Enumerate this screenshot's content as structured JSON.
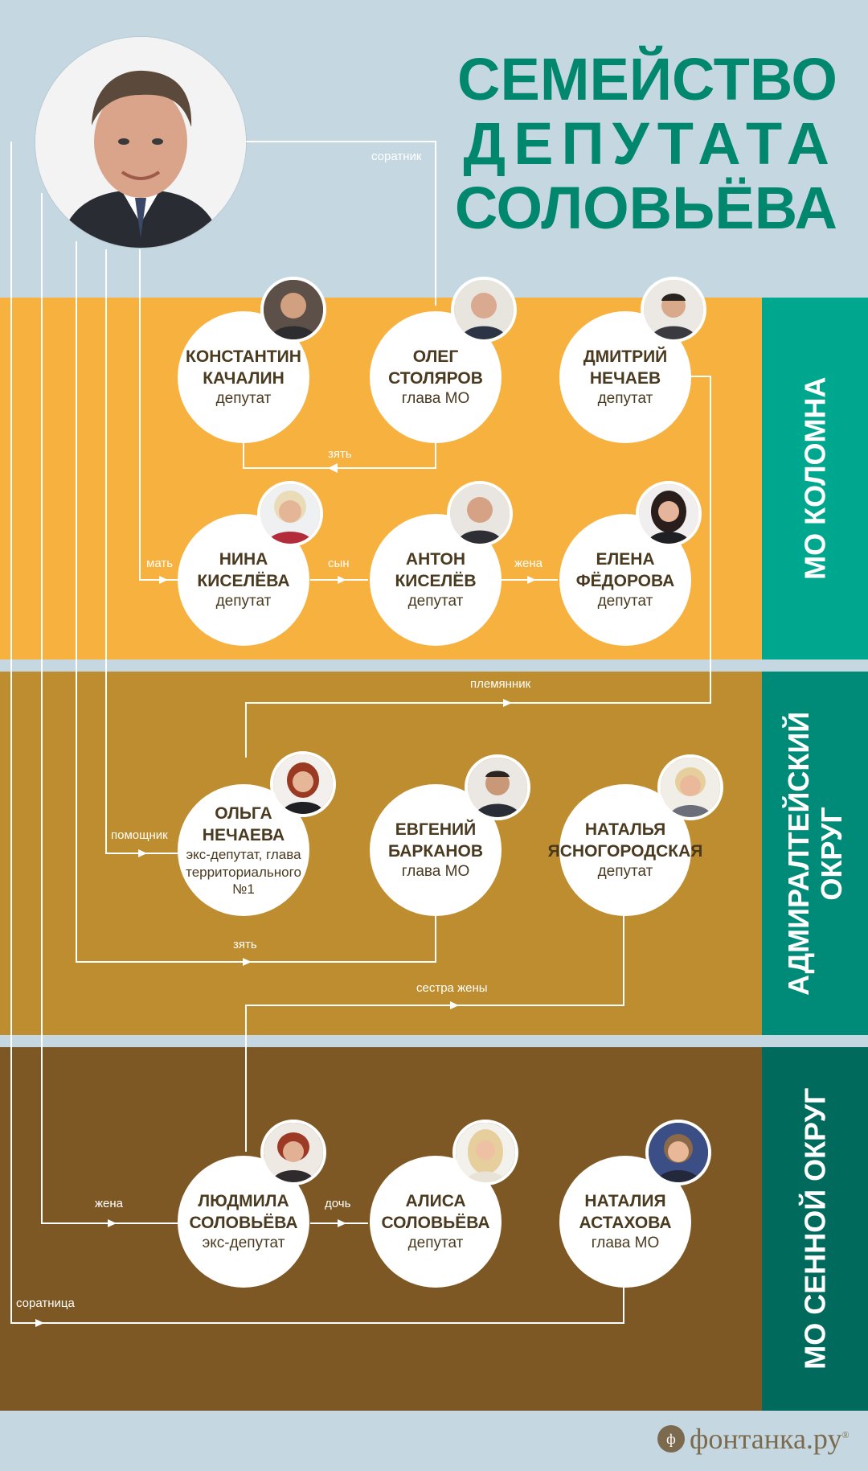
{
  "title": {
    "line1": "СЕМЕЙСТВО",
    "line2": "ДЕПУТАТА",
    "line3": "СОЛОВЬЁВА"
  },
  "districts": [
    {
      "id": "kolomna",
      "label": "МО КОЛОМНА"
    },
    {
      "id": "admiralteysky",
      "label_line1": "АДМИРАЛТЕЙСКИЙ",
      "label_line2": "ОКРУГ"
    },
    {
      "id": "sennoy",
      "label": "МО СЕННОЙ ОКРУГ"
    }
  ],
  "people": {
    "kachalin": {
      "first": "КОНСТАНТИН",
      "last": "КАЧАЛИН",
      "role": "депутат",
      "color": "#8a6a52"
    },
    "stolyarov": {
      "first": "ОЛЕГ",
      "last": "СТОЛЯРОВ",
      "role": "глава МО",
      "color": "#b7a08e"
    },
    "nechaev": {
      "first": "ДМИТРИЙ",
      "last": "НЕЧАЕВ",
      "role": "депутат",
      "color": "#6e5a4a"
    },
    "kiseleva": {
      "first": "НИНА",
      "last": "КИСЕЛЁВА",
      "role": "депутат",
      "color": "#d8b99b"
    },
    "kiselev": {
      "first": "АНТОН",
      "last": "КИСЕЛЁВ",
      "role": "депутат",
      "color": "#a88770"
    },
    "fedorova": {
      "first": "ЕЛЕНА",
      "last": "ФЁДОРОВА",
      "role": "депутат",
      "color": "#3e2e2a"
    },
    "nechaeva": {
      "first": "ОЛЬГА",
      "last": "НЕЧАЕВА",
      "role_line1": "экс-депутат, глава",
      "role_line2": "территориального",
      "role_line3": "№1",
      "color": "#b04a2e"
    },
    "barkanov": {
      "first": "ЕВГЕНИЙ",
      "last": "БАРКАНОВ",
      "role": "глава МО",
      "color": "#5d4a3e"
    },
    "yasnogorodskaya": {
      "first": "НАТАЛЬЯ",
      "last": "ЯСНОГОРОДСКАЯ",
      "role": "депутат",
      "color": "#e0c8a0"
    },
    "solovyeva_l": {
      "first": "ЛЮДМИЛА",
      "last": "СОЛОВЬЁВА",
      "role": "экс-депутат",
      "color": "#a0402c"
    },
    "solovyeva_a": {
      "first": "АЛИСА",
      "last": "СОЛОВЬЁВА",
      "role": "депутат",
      "color": "#e6cf9c"
    },
    "astakhova": {
      "first": "НАТАЛИЯ",
      "last": "АСТАХОВА",
      "role": "глава МО",
      "color": "#3b4f86"
    }
  },
  "relations": {
    "soratnik": "соратник",
    "zyat1": "зять",
    "mat": "мать",
    "syn": "сын",
    "zhena1": "жена",
    "plemyannik": "племянник",
    "pomoshchnik": "помощник",
    "zyat2": "зять",
    "sestra_zheny": "сестра жены",
    "zhena2": "жена",
    "doch": "дочь",
    "soratnitsa": "соратница"
  },
  "logo": {
    "text": "фонтанка.ру",
    "mark": "®"
  }
}
